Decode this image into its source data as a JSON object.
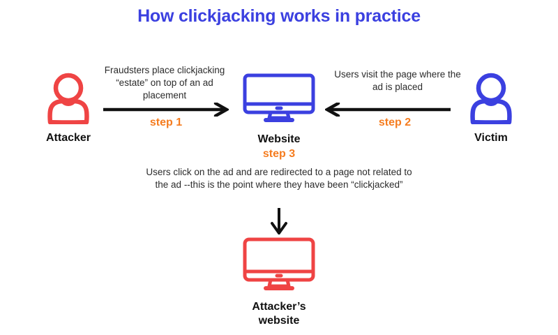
{
  "title": "How clickjacking works in practice",
  "colors": {
    "title_blue": "#3b40e0",
    "icon_blue": "#3b40e0",
    "icon_red": "#ef4444",
    "step_orange": "#f57c1f",
    "arrow_black": "#111111",
    "background": "#ffffff"
  },
  "nodes": {
    "attacker": {
      "label": "Attacker",
      "icon": "person-icon",
      "color": "#ef4444"
    },
    "website": {
      "label": "Website",
      "icon": "monitor-icon",
      "color": "#3b40e0",
      "step": "step 3"
    },
    "victim": {
      "label": "Victim",
      "icon": "person-icon",
      "color": "#3b40e0"
    },
    "attacker_website": {
      "label_line1": "Attacker’s",
      "label_line2": "website",
      "icon": "monitor-icon",
      "color": "#ef4444"
    }
  },
  "steps": [
    {
      "id": "step1",
      "label": "step 1",
      "caption": "Fraudsters place clickjacking “estate” on top of an ad placement",
      "direction": "right",
      "from": "attacker",
      "to": "website"
    },
    {
      "id": "step2",
      "label": "step 2",
      "caption": "Users visit the page where the ad is placed",
      "direction": "left",
      "from": "victim",
      "to": "website"
    },
    {
      "id": "step3",
      "label": "step 3",
      "caption": "Users click on the ad and are redirected to a page not related to the ad --this is the point where they have been “clickjacked”",
      "direction": "down",
      "from": "website",
      "to": "attacker_website"
    }
  ]
}
